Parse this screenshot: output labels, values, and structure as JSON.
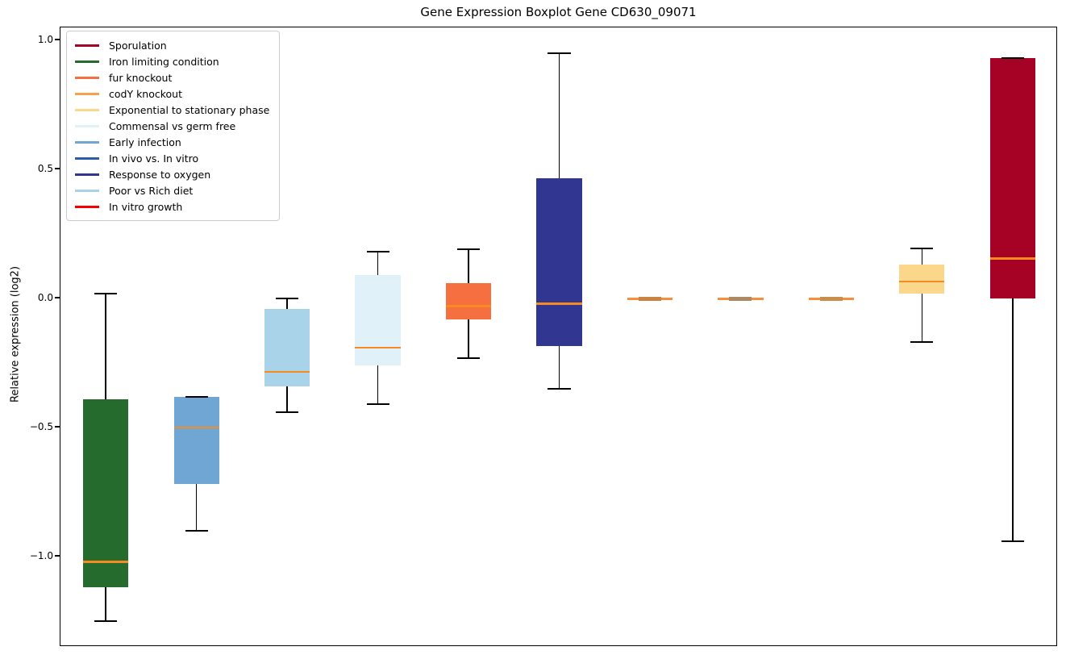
{
  "title": "Gene Expression Boxplot Gene CD630_09071",
  "y_axis": {
    "label": "Relative expression (log2)",
    "ylim": [
      -1.35,
      1.05
    ],
    "ticks": [
      {
        "value": 1.0,
        "label": "1.0"
      },
      {
        "value": 0.5,
        "label": "0.5"
      },
      {
        "value": 0.0,
        "label": "0.0"
      },
      {
        "value": -0.5,
        "label": "−0.5"
      },
      {
        "value": -1.0,
        "label": "−1.0"
      }
    ]
  },
  "x_axis": {
    "xlim": [
      0.5,
      11.5
    ],
    "tick_labels": []
  },
  "legend": {
    "items": [
      {
        "label": "Sporulation",
        "color": "#a50226"
      },
      {
        "label": "Iron limiting condition",
        "color": "#266b2e"
      },
      {
        "label": "fur knockout",
        "color": "#f56f40"
      },
      {
        "label": "codY knockout",
        "color": "#f7a14c"
      },
      {
        "label": "Exponential to stationary phase",
        "color": "#fbd78b"
      },
      {
        "label": "Commensal vs germ free",
        "color": "#e1f1f9"
      },
      {
        "label": "Early infection",
        "color": "#6fa6d4"
      },
      {
        "label": "In vivo vs. In vitro",
        "color": "#2d5da9"
      },
      {
        "label": "Response to oxygen",
        "color": "#313790"
      },
      {
        "label": "Poor vs Rich diet",
        "color": "#a9d3e8"
      },
      {
        "label": "In vitro growth",
        "color": "#f80000"
      }
    ]
  },
  "chart_data": {
    "type": "boxplot",
    "title": "Gene Expression Boxplot Gene CD630_09071",
    "ylabel": "Relative expression (log2)",
    "xlabel": "",
    "ylim": [
      -1.35,
      1.05
    ],
    "grid": false,
    "legend_position": "upper left",
    "median_color": "#f78b1f",
    "whisker_color": "#000000",
    "flat_line_color": "#fb8d3a",
    "box_width_units": 0.5,
    "cap_width_units": 0.25,
    "boxes": [
      {
        "condition": "Iron limiting condition",
        "position": 1,
        "color": "#266b2e",
        "whisker_low": -1.25,
        "q1": -1.12,
        "median": -1.02,
        "q3": -0.39,
        "whisker_high": 0.02,
        "flat": false
      },
      {
        "condition": "Early infection",
        "position": 2,
        "color": "#6fa6d4",
        "whisker_low": -0.9,
        "q1": -0.72,
        "median": -0.5,
        "q3": -0.38,
        "whisker_high": -0.38,
        "flat": false
      },
      {
        "condition": "Poor vs Rich diet",
        "position": 3,
        "color": "#a9d3e8",
        "whisker_low": -0.44,
        "q1": -0.34,
        "median": -0.285,
        "q3": -0.04,
        "whisker_high": 0.0,
        "flat": false
      },
      {
        "condition": "Commensal vs germ free",
        "position": 4,
        "color": "#e1f1f9",
        "whisker_low": -0.41,
        "q1": -0.26,
        "median": -0.19,
        "q3": 0.09,
        "whisker_high": 0.18,
        "flat": false
      },
      {
        "condition": "fur knockout",
        "position": 5,
        "color": "#f56f40",
        "whisker_low": -0.23,
        "q1": -0.08,
        "median": -0.03,
        "q3": 0.06,
        "whisker_high": 0.19,
        "flat": false
      },
      {
        "condition": "Response to oxygen",
        "position": 6,
        "color": "#313790",
        "whisker_low": -0.35,
        "q1": -0.185,
        "median": -0.02,
        "q3": 0.465,
        "whisker_high": 0.95,
        "flat": false
      },
      {
        "condition": "codY knockout",
        "position": 7,
        "color": "#f7a14c",
        "whisker_low": 0.0,
        "q1": 0.0,
        "median": 0.0,
        "q3": 0.0,
        "whisker_high": 0.0,
        "flat": true,
        "cap_blend_color": "#c98443"
      },
      {
        "condition": "In vivo vs. In vitro",
        "position": 8,
        "color": "#2d5da9",
        "whisker_low": 0.0,
        "q1": 0.0,
        "median": 0.0,
        "q3": 0.0,
        "whisker_high": 0.0,
        "flat": true,
        "cap_blend_color": "#ae8a64"
      },
      {
        "condition": "In vitro growth",
        "position": 9,
        "color": "#f80000",
        "whisker_low": 0.0,
        "q1": 0.0,
        "median": 0.0,
        "q3": 0.0,
        "whisker_high": 0.0,
        "flat": true,
        "cap_blend_color": "#c98d4d"
      },
      {
        "condition": "Exponential to stationary phase",
        "position": 10,
        "color": "#fbd78b",
        "whisker_low": -0.17,
        "q1": 0.02,
        "median": 0.065,
        "q3": 0.13,
        "whisker_high": 0.195,
        "flat": false
      },
      {
        "condition": "Sporulation",
        "position": 11,
        "color": "#a50226",
        "whisker_low": -0.94,
        "q1": 0.0,
        "median": 0.155,
        "q3": 0.93,
        "whisker_high": 0.93,
        "flat": false
      }
    ]
  }
}
